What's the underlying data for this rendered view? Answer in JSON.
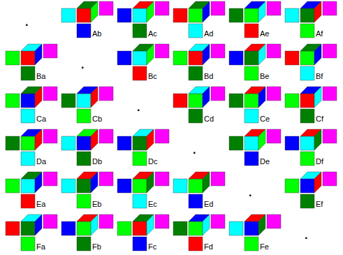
{
  "diagram": {
    "labels": [
      ".",
      "Ab",
      "Ac",
      "Ad",
      "Ae",
      "Af",
      "Ba",
      ".",
      "Bc",
      "Bd",
      "Be",
      "Bf",
      "Ca",
      "Cb",
      ".",
      "Cd",
      "Ce",
      "Cf",
      "Da",
      "Db",
      "Dc",
      ".",
      "De",
      "Df",
      "Ea",
      "Eb",
      "Ec",
      "Ed",
      ".",
      "Ef",
      "Fa",
      "Fb",
      "Fc",
      "Fd",
      "Fe",
      "."
    ]
  }
}
